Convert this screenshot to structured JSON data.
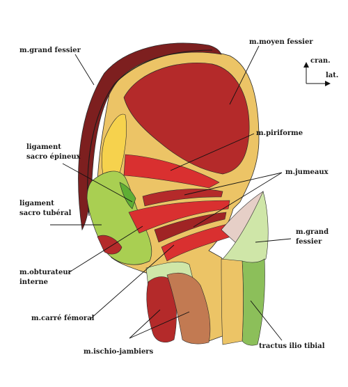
{
  "labels": {
    "grand_fessier": "m.grand fessier",
    "moyen_fessier": "m.moyen fessier",
    "cran": "cran.",
    "lat": "lat.",
    "piriforme": "m.piriforme",
    "ligament_sacro_epineux_1": "ligament",
    "ligament_sacro_epineux_2": "sacro épineux",
    "jumeaux": "m.jumeaux",
    "ligament_sacro_tuberal_1": "ligament",
    "ligament_sacro_tuberal_2": "sacro tubéral",
    "grand_fessier_right_1": "m.grand",
    "grand_fessier_right_2": "fessier",
    "obturateur_1": "m.obturateur",
    "obturateur_2": "interne",
    "carre_femoral": "m.carré fémoral",
    "ischio_jambiers": "m.ischio-jambiers",
    "tractus": "tractus ilio tibial"
  },
  "colors": {
    "muscle_dark": "#7d1f1f",
    "muscle_red": "#b42a2a",
    "muscle_bright": "#d93030",
    "bone": "#ecc466",
    "ligament_green": "#a9cf52",
    "pale_green": "#cfe6a8",
    "tract_green": "#8cbf5a",
    "fascia_pink": "#e6cfc7",
    "ischio_brown": "#c27a52"
  }
}
